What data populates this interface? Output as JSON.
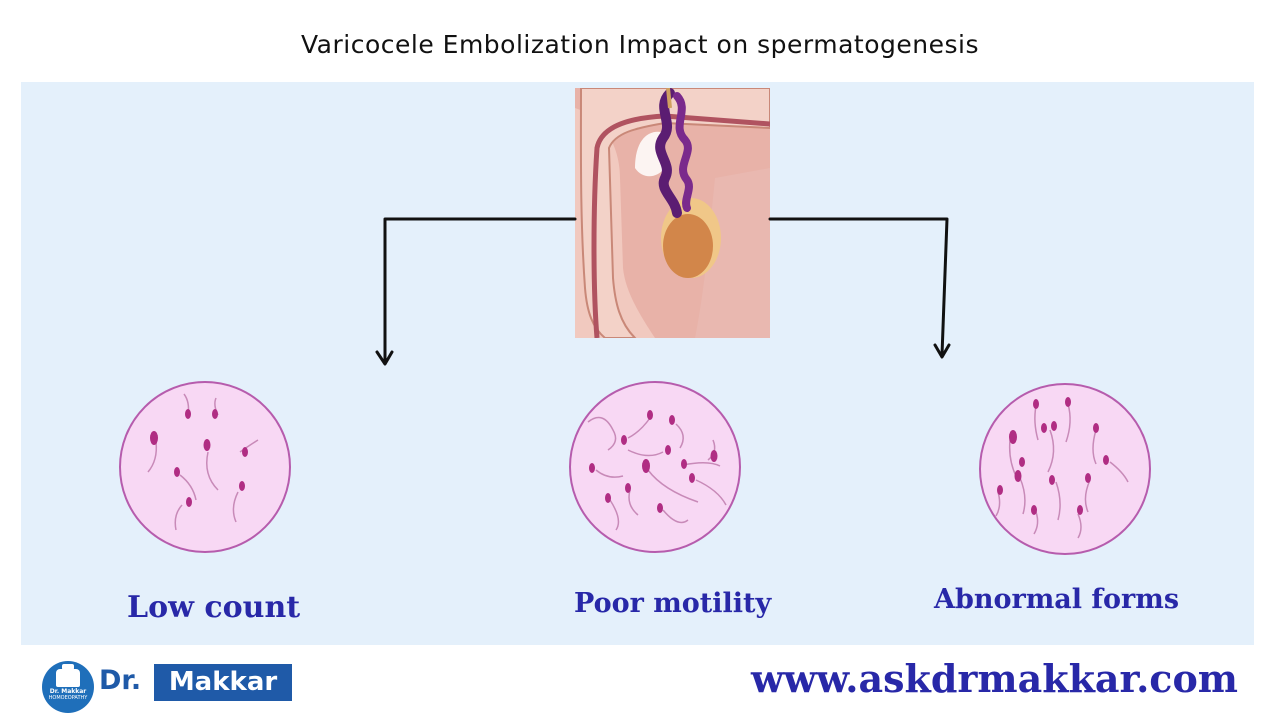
{
  "title": "Varicocele Embolization Impact on spermatogenesis",
  "effects": [
    {
      "label": "Low count"
    },
    {
      "label": "Poor motility"
    },
    {
      "label": "Abnormal forms"
    }
  ],
  "footer": {
    "logo_small_top": "Dr. Makkar",
    "logo_small_bottom": "HOMOEOPATHY",
    "logo_dr": "Dr.",
    "logo_name": "Makkar",
    "website": "www.askdrmakkar.com"
  },
  "colors": {
    "panel_bg": "#e4f0fb",
    "label_text": "#2828a8",
    "brand_blue": "#1f5aa8",
    "dish_fill": "#f8d8f4",
    "dish_border": "#b65cad",
    "sperm": "#b02d83"
  }
}
